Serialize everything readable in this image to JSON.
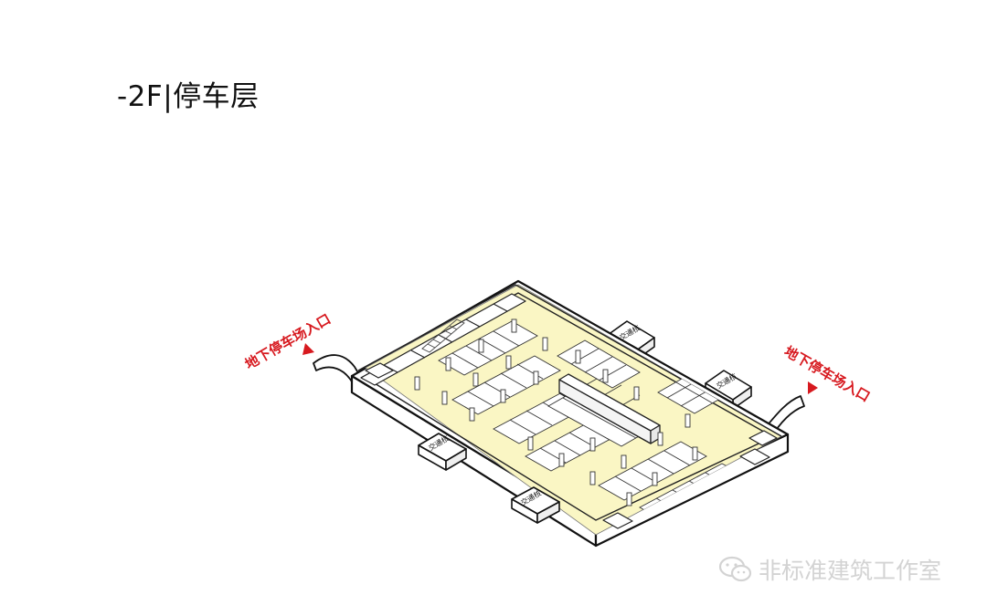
{
  "title": "-2F|停车层",
  "labels": {
    "entrance_left": "地下停车场入口",
    "entrance_right": "地下停车场入口",
    "core_label": "交通核"
  },
  "watermark": {
    "text": "非标准建筑工作室",
    "icon": "wechat-icon"
  },
  "colors": {
    "floor": "#faf6c4",
    "slab_side": "#ffffff",
    "outline": "#111111",
    "entrance_red": "#d7191f",
    "watermark_gray": "#d3d3d3"
  }
}
